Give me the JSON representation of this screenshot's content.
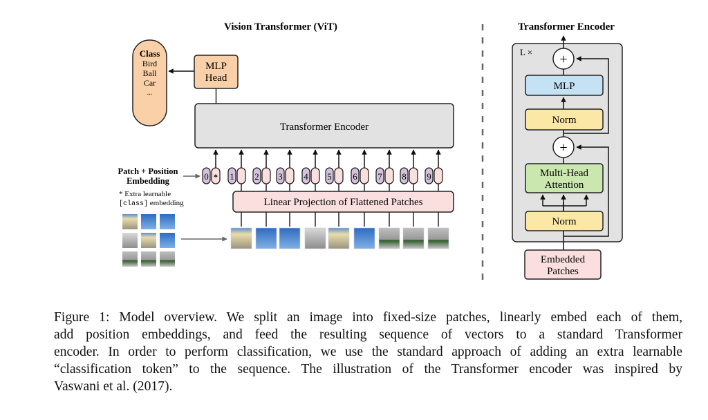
{
  "figure": {
    "vit": {
      "title": "Vision Transformer (ViT)",
      "class_box": {
        "title": "Class",
        "items": [
          "Bird",
          "Ball",
          "Car",
          "..."
        ]
      },
      "mlp_head": [
        "MLP",
        "Head"
      ],
      "encoder_label": "Transformer Encoder",
      "patch_pos_label": [
        "Patch + Position",
        "Embedding"
      ],
      "extra_note_line1": "* Extra learnable",
      "extra_note_code": "[class]",
      "extra_note_rest": " embedding",
      "tokens": [
        "0",
        "1",
        "2",
        "3",
        "4",
        "5",
        "6",
        "7",
        "8",
        "9"
      ],
      "class_token_marker": "*",
      "linear_projection": "Linear Projection of Flattened Patches"
    },
    "encoder_detail": {
      "title": "Transformer Encoder",
      "repeat_label": "L ×",
      "plus_symbol": "+",
      "mlp": "MLP",
      "norm": "Norm",
      "attention": [
        "Multi-Head",
        "Attention"
      ],
      "embedded": [
        "Embedded",
        "Patches"
      ]
    },
    "colors": {
      "class_fill": "#f9d0a8",
      "mlp_head_fill": "#f9d0a8",
      "encoder_fill": "#e2e2e2",
      "token_pos_fill": "#d5c3dd",
      "token_patch_fill": "#fbdfdf",
      "projection_fill": "#fbdfdf",
      "mlp_fill": "#c4e2f4",
      "norm_fill": "#fbe8a6",
      "attention_fill": "#cbe7b0",
      "embedded_fill": "#fbdfdf"
    }
  },
  "caption": {
    "lines": [
      "Figure 1: Model overview. We split an image into fixed-size patches, linearly embed each of them,",
      "add position embeddings, and feed the resulting sequence of vectors to a standard Transformer",
      "encoder. In order to perform classification, we use the standard approach of adding an extra learnable",
      "“classification token” to the sequence. The illustration of the Transformer encoder was inspired by",
      "Vaswani et al. (2017)."
    ]
  }
}
